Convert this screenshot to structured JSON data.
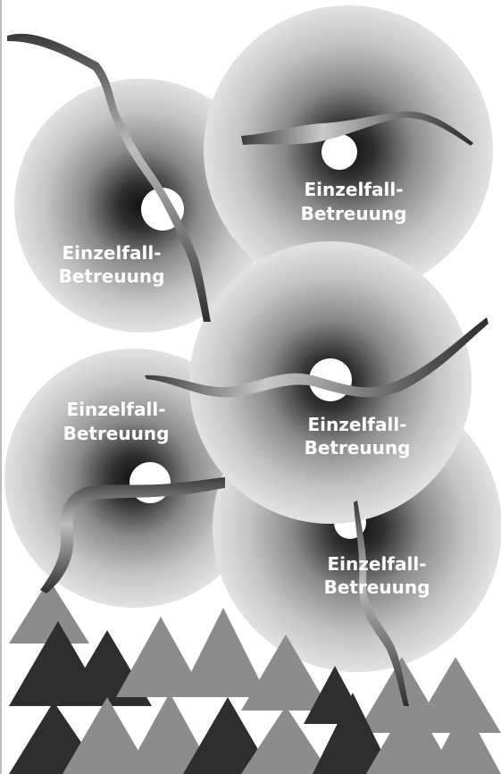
{
  "labels": [
    {
      "line1": "Einzelfall-",
      "line2": "Betreuung"
    },
    {
      "line1": "Einzelfall-",
      "line2": "Betreuung"
    },
    {
      "line1": "Einzelfall-",
      "line2": "Betreuung"
    },
    {
      "line1": "Einzelfall-",
      "line2": "Betreuung"
    },
    {
      "line1": "Einzelfall-",
      "line2": "Betreuung"
    }
  ],
  "colors": {
    "disc_edge": "#d9d9d9",
    "disc_center": "#1a1a1a",
    "ribbon_light": "#bfbfbf",
    "ribbon_dark": "#3a3a3a",
    "tree_light": "#8c8c8c",
    "tree_mid": "#6e6e6e",
    "tree_dark": "#2e2e2e",
    "label_text": "#ffffff"
  }
}
